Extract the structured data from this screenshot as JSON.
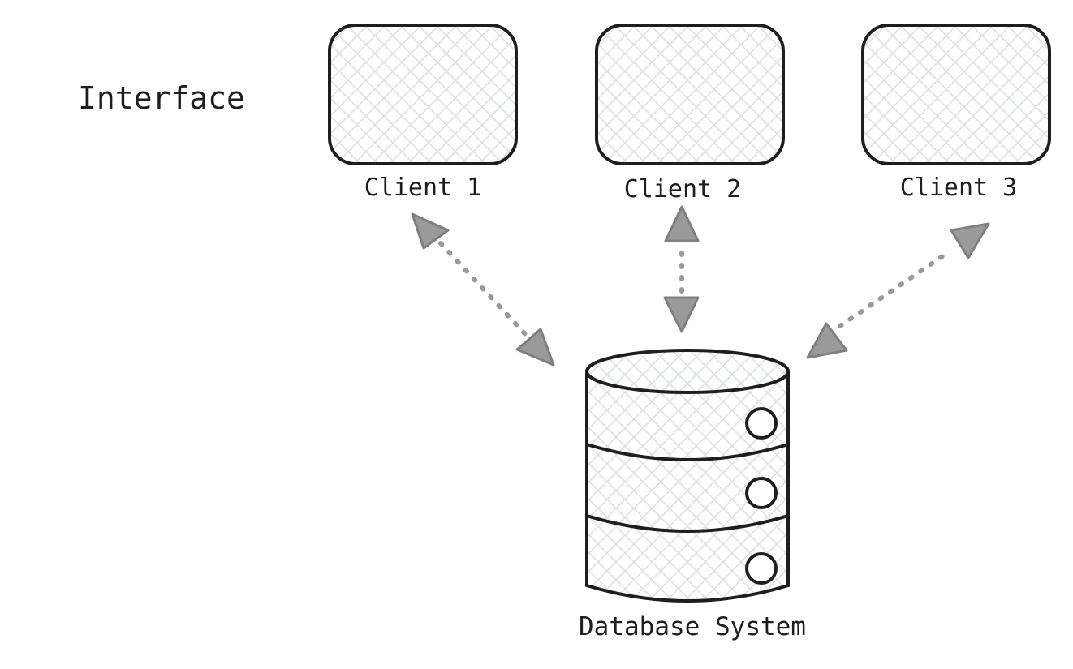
{
  "section_label": "Interface",
  "clients": [
    {
      "label": "Client 1"
    },
    {
      "label": "Client 2"
    },
    {
      "label": "Client 3"
    }
  ],
  "database": {
    "label": "Database System",
    "tiers": 3
  },
  "connectors": {
    "style": "dotted",
    "arrowheads": "both-ends",
    "color": "#9a9a9a"
  },
  "colors": {
    "stroke": "#1e1e1e",
    "hatch": "#d9dde2",
    "background": "#ffffff"
  }
}
